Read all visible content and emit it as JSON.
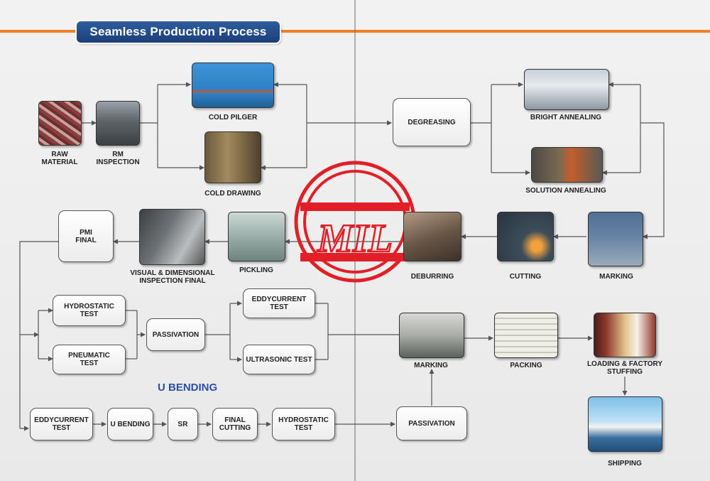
{
  "header": {
    "title": "Seamless Production Process"
  },
  "section_label": "U BENDING",
  "logo": {
    "text": "MIL",
    "color": "#e21f26"
  },
  "colors": {
    "accent_line": "#f07f22",
    "banner": "#1f4585",
    "line": "#555555"
  },
  "steps": {
    "raw_material": "RAW\nMATERIAL",
    "rm_inspection": "RM\nINSPECTION",
    "cold_pilger": "COLD PILGER",
    "cold_drawing": "COLD DRAWING",
    "degreasing": "DEGREASING",
    "bright_annealing": "BRIGHT ANNEALING",
    "solution_annealing": "SOLUTION ANNEALING",
    "marking_top": "MARKING",
    "cutting": "CUTTING",
    "deburring": "DEBURRING",
    "pickling": "PICKLING",
    "visual_inspection": "VISUAL & DIMENSIONAL\nINSPECTION FINAL",
    "pmi_final": "PMI\nFINAL",
    "hydrostatic_test": "HYDROSTATIC\nTEST",
    "pneumatic_test": "PNEUMATIC\nTEST",
    "passivation_mid": "PASSIVATION",
    "eddycurrent_test": "EDDYCURRENT\nTEST",
    "ultrasonic_test": "ULTRASONIC TEST",
    "eddycurrent_test_ub": "EDDYCURRENT\nTEST",
    "u_bending": "U BENDING",
    "sr": "SR",
    "final_cutting": "FINAL\nCUTTING",
    "hydrostatic_test_ub": "HYDROSTATIC\nTEST",
    "passivation_final": "PASSIVATION",
    "marking_final": "MARKING",
    "packing": "PACKING",
    "loading": "LOADING & FACTORY\nSTUFFING",
    "shipping": "SHIPPING"
  }
}
